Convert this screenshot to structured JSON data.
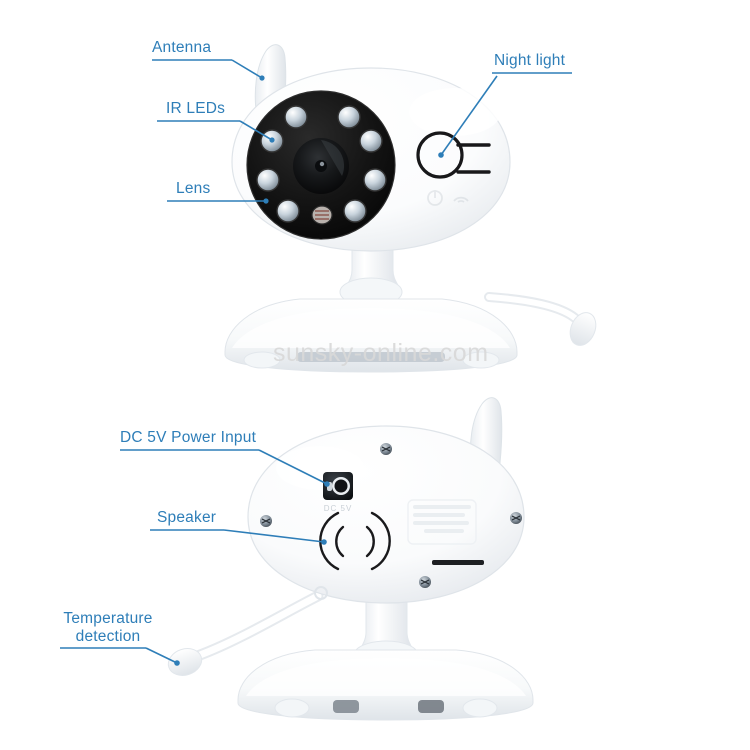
{
  "image": {
    "background_color": "#ffffff",
    "accent_color": "#2e7eb8",
    "watermark_color": "#d9d9d9",
    "device_color": "#ffffff"
  },
  "watermark": {
    "text": "sunsky-online.com"
  },
  "views": [
    {
      "id": "front-view",
      "name": "camera-front-view",
      "callouts": [
        {
          "id": "antenna",
          "label": "Antenna",
          "name": "callout-antenna"
        },
        {
          "id": "ir-leds",
          "label": "IR LEDs",
          "name": "callout-ir-leds"
        },
        {
          "id": "lens",
          "label": "Lens",
          "name": "callout-lens"
        },
        {
          "id": "night-light",
          "label": "Night light",
          "name": "callout-night-light"
        }
      ]
    },
    {
      "id": "rear-view",
      "name": "camera-rear-view",
      "callouts": [
        {
          "id": "dc-power",
          "label": "DC 5V Power Input",
          "name": "callout-dc-power-input"
        },
        {
          "id": "speaker",
          "label": "Speaker",
          "name": "callout-speaker"
        },
        {
          "id": "temperature",
          "label_line1": "Temperature",
          "label_line2": "detection",
          "name": "callout-temperature-detection"
        }
      ]
    }
  ],
  "device_markings": {
    "dc_label": "DC 5V"
  }
}
